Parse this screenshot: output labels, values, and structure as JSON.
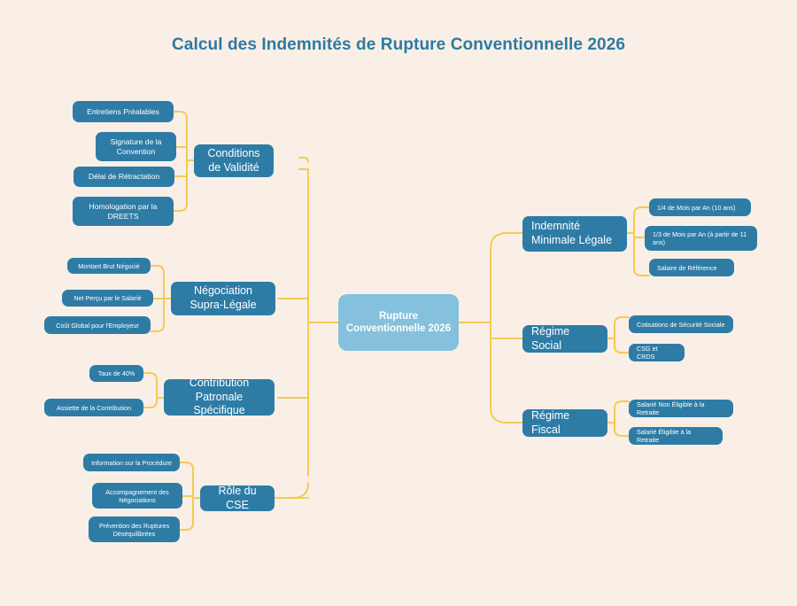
{
  "page": {
    "title": "Calcul des Indemnités de Rupture Conventionnelle 2026",
    "background_color": "#faefe6",
    "title_color": "#2c7aa4",
    "connector_color": "#f3cb55",
    "root_color": "#85c1dd",
    "node_color": "#2e7ca6",
    "node_text_color": "#ffffff"
  },
  "root": {
    "label": "Rupture Conventionnelle 2026"
  },
  "branches": {
    "left": [
      {
        "label": "Conditions de Validité",
        "children": [
          {
            "label": "Entretiens Préalables"
          },
          {
            "label": "Signature de la Convention"
          },
          {
            "label": "Délai de Rétractation"
          },
          {
            "label": "Homologation par la DREETS"
          }
        ]
      },
      {
        "label": "Négociation Supra-Légale",
        "children": [
          {
            "label": "Montant Brut Négocié"
          },
          {
            "label": "Net Perçu par le Salarié"
          },
          {
            "label": "Coût Global pour l'Employeur"
          }
        ]
      },
      {
        "label": "Contribution Patronale Spécifique",
        "children": [
          {
            "label": "Taux de 40%"
          },
          {
            "label": "Assiette de la Contribution"
          }
        ]
      },
      {
        "label": "Rôle du CSE",
        "children": [
          {
            "label": "Information sur la Procédure"
          },
          {
            "label": "Accompagnement des Négociations"
          },
          {
            "label": "Prévention des Ruptures Déséquilibrées"
          }
        ]
      }
    ],
    "right": [
      {
        "label": "Indemnité Minimale Légale",
        "children": [
          {
            "label": "1/4 de Mois par An (10 ans)"
          },
          {
            "label": "1/3 de Mois par An (à partir de 11 ans)"
          },
          {
            "label": "Salaire de Référence"
          }
        ]
      },
      {
        "label": "Régime Social",
        "children": [
          {
            "label": "Cotisations de Sécurité Sociale"
          },
          {
            "label": "CSG et CRDS"
          }
        ]
      },
      {
        "label": "Régime Fiscal",
        "children": [
          {
            "label": "Salarié Non Éligible à la Retraite"
          },
          {
            "label": "Salarié Éligible à la Retraite"
          }
        ]
      }
    ]
  }
}
